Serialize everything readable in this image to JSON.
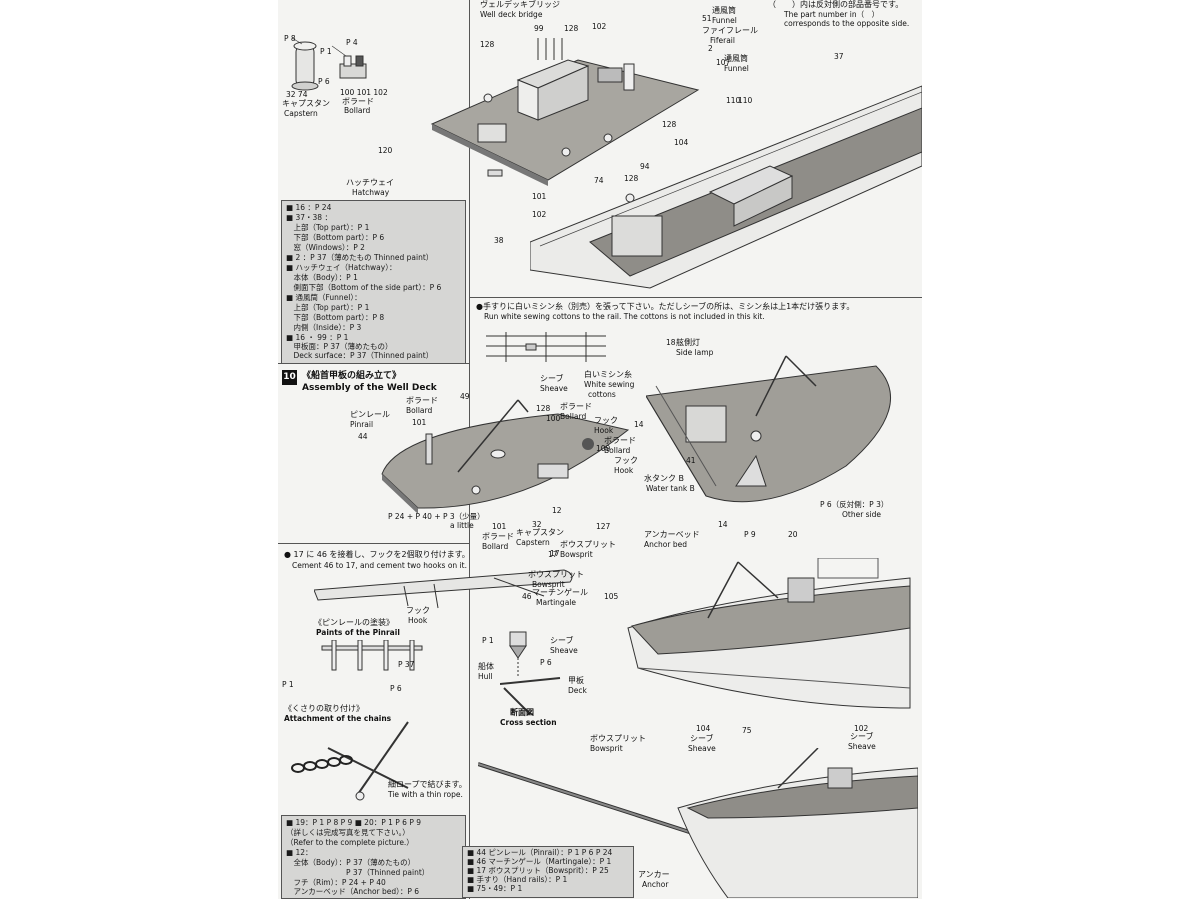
{
  "top_note": {
    "jp": "（　　）内は反対側の部品番号です。",
    "en1": "The part number in（　）",
    "en2": "corresponds to the opposite side."
  },
  "capstan_bollard": {
    "p8": "P 8",
    "p4": "P 4",
    "p1": "P 1",
    "p6": "P 6",
    "capstan_nums": "32 74",
    "capstan_jp": "キャプスタン",
    "capstan_en": "Capstern",
    "bollard_nums": "100 101 102",
    "bollard_jp": "ボラード",
    "bollard_en": "Bollard"
  },
  "well_deck_bridge": {
    "jp": "ヴェルデッキブリッジ",
    "en": "Well deck bridge",
    "hatchway_jp": "ハッチウェイ",
    "hatchway_en": "Hatchway",
    "funnel1_jp": "通風筒",
    "funnel1_en": "Funnel",
    "fiferail_jp": "ファイフレール",
    "fiferail_en": "Fiferail",
    "funnel2_jp": "通風筒",
    "funnel2_en": "Funnel",
    "callouts": [
      "99",
      "128",
      "102",
      "51",
      "2",
      "107",
      "128",
      "120",
      "101",
      "94",
      "74",
      "128",
      "102",
      "104",
      "128",
      "37",
      "110",
      "110",
      "38"
    ]
  },
  "paint_box_1": {
    "rows": [
      "■ 16 ：P 24",
      "■ 37・38 ：",
      "　上部（Top part）：P 1",
      "　下部（Bottom part）：P 6",
      "　窓（Windows）：P 2",
      "■ 2 ：P 37（薄めたもの Thinned paint）",
      "■ ハッチウェイ（Hatchway）：",
      "　本体（Body）：P 1",
      "　側面下部（Bottom of the side part）：P 6",
      "■ 通風筒（Funnel）：",
      "　上部（Top part）：P 1",
      "　下部（Bottom part）：P 8",
      "　内側（Inside）：P 3",
      "■ 16 ・ 99 ：P 1",
      "　甲板面：P 37（薄めたもの）",
      "　Deck surface：P 37（Thinned paint）"
    ]
  },
  "step10": {
    "num": "10",
    "jp": "《船首甲板の組み立て》",
    "en": "Assembly of the Well Deck",
    "pinrail_jp": "ピンレール",
    "pinrail_en": "Pinrail",
    "bollard_jp": "ボラード",
    "bollard_en": "Bollard",
    "hook_jp": "フック",
    "hook_en": "Hook",
    "capstan_jp": "キャプスタン",
    "capstan_en": "Capstern",
    "bowsprit_jp": "ボウスプリット",
    "bowsprit_en": "Bowsprit",
    "anchorbed_jp": "アンカーベッド",
    "anchorbed_en": "Anchor bed",
    "mix_note": "P 24 + P 40 + P 3（少量）",
    "mix_note_en": "a little",
    "callouts": [
      "49",
      "44",
      "101",
      "128",
      "100",
      "109",
      "12",
      "101",
      "32",
      "17",
      "127"
    ]
  },
  "rail_note": {
    "jp": "●手すりに白いミシン糸（別売）を張って下さい。ただしシーブの所は、ミシン糸は上1本だけ張ります。",
    "en": "Run white sewing cottons to the rail. The cottons is not included in this kit.",
    "sheave_jp": "シーブ",
    "sheave_en": "Sheave",
    "cotton_jp": "白いミシン糸",
    "cotton_en1": "White sewing",
    "cotton_en2": "cottons"
  },
  "right_deck": {
    "sidelamp_jp": "舷側灯",
    "sidelamp_en": "Side lamp",
    "watertank_jp": "水タンク B",
    "watertank_en": "Water tank B",
    "otherside": "P 6（反対側：P 3）",
    "otherside_en": "Other side",
    "p9": "P 9",
    "callouts": [
      "18",
      "14",
      "41",
      "14",
      "20"
    ]
  },
  "cement_note": {
    "jp": "● 17 に 46 を接着し、フックを2個取り付けます。",
    "en": "Cement 46 to 17, and cement two hooks on it.",
    "bowsprit_jp": "ボウスプリット",
    "bowsprit_en": "Bowsprit",
    "martingale_jp": "マーチンゲール",
    "martingale_en": "Martingale",
    "hook_jp": "フック",
    "hook_en": "Hook",
    "num17": "17",
    "num46": "46"
  },
  "pinrail_paint": {
    "jp": "《ピンレールの塗装》",
    "en": "Paints of the Pinrail",
    "p37": "P 37",
    "p1": "P 1",
    "p6": "P 6"
  },
  "chains": {
    "jp": "《くさりの取り付け》",
    "en": "Attachment of the chains",
    "rope_jp": "細ロープで結びます。",
    "rope_en": "Tie with a thin rope."
  },
  "cross_section": {
    "p1": "P 1",
    "p6": "P 6",
    "sheave_jp": "シーブ",
    "sheave_en": "Sheave",
    "hull_jp": "船体",
    "hull_en": "Hull",
    "deck_jp": "甲板",
    "deck_en": "Deck",
    "jp": "断面図",
    "en": "Cross section"
  },
  "bow_view": {
    "callouts": [
      "105",
      "104",
      "75",
      "102"
    ],
    "sheave1_jp": "シーブ",
    "sheave1_en": "Sheave",
    "sheave2_jp": "シーブ",
    "sheave2_en": "Sheave"
  },
  "bowsprit_view": {
    "bowsprit_jp": "ボウスプリット",
    "bowsprit_en": "Bowsprit",
    "anchor_jp": "アンカー",
    "anchor_en": "Anchor"
  },
  "paint_box_2": {
    "rows": [
      "■ 19：P 1 P 8 P 9 ■ 20：P 1 P 6 P 9",
      "（詳しくは完成写真を見て下さい。）",
      "（Refer to the complete picture.）",
      "■ 12：",
      "　全体（Body）：P 37（薄めたもの）",
      "　　　　　　　　P 37（Thinned paint）",
      "　フチ（Rim）：P 24 + P 40",
      "　アンカーベッド（Anchor bed）：P 6"
    ]
  },
  "paint_box_3": {
    "rows": [
      "■ 44 ピンレール（Pinrail）：P 1 P 6 P 24",
      "■ 46 マーチンゲール（Martingale）：P 1",
      "■ 17 ボウスプリット（Bowsprit）：P 25",
      "■ 手すり（Hand rails）：P 1",
      "■ 75・49：P 1"
    ]
  }
}
